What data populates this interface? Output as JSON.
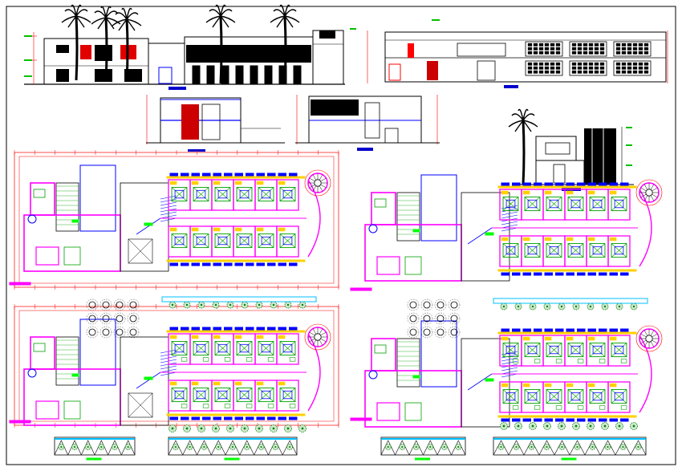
{
  "drawing": {
    "type": "architectural-cad-sheet",
    "views": [
      {
        "id": "front-elevation",
        "kind": "elevation",
        "label": ""
      },
      {
        "id": "rear-elevation",
        "kind": "elevation",
        "label": ""
      },
      {
        "id": "section-a",
        "kind": "section",
        "label": ""
      },
      {
        "id": "section-b",
        "kind": "section",
        "label": ""
      },
      {
        "id": "side-elevation",
        "kind": "elevation",
        "label": ""
      },
      {
        "id": "ground-floor-plan",
        "kind": "plan",
        "label": ""
      },
      {
        "id": "upper-floor-plan",
        "kind": "plan",
        "label": ""
      },
      {
        "id": "furnished-ground-plan",
        "kind": "plan",
        "label": ""
      },
      {
        "id": "furnished-upper-plan",
        "kind": "plan",
        "label": ""
      }
    ],
    "colors": {
      "outline": "#000000",
      "walls": "#ff00ff",
      "dimensions": "#ff0000",
      "furniture": "#00a000",
      "windows": "#0000ff",
      "fixtures": "#ffd000",
      "title_bars": "#0000cc",
      "labels": "#00ff00",
      "paving": "#00c0ff",
      "trees": "#008000"
    },
    "icons": [
      "palm-tree-icon",
      "spiral-stair-icon",
      "tree-symbol-icon",
      "north-arrow-icon"
    ]
  }
}
